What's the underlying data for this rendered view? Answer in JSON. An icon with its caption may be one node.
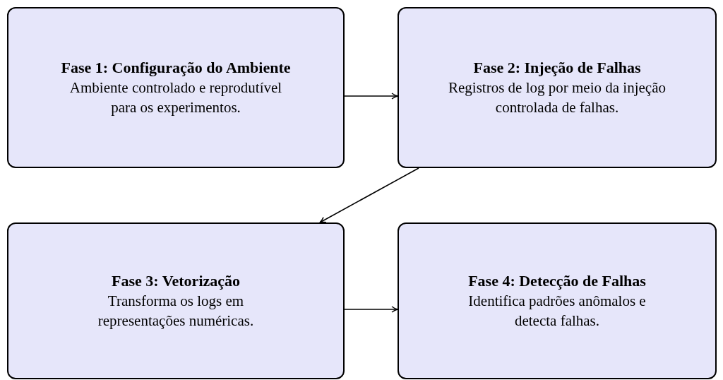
{
  "diagram": {
    "nodes": [
      {
        "text": [
          "Fase 1: Configuração do Ambiente",
          "Ambiente controlado e reprodutível para os experimentos."
        ]
      },
      {
        "text": [
          "Fase 2: Injeção de Falhas",
          "Registros de log por meio da injeção controlada de falhas."
        ]
      },
      {
        "text": [
          "Fase 3: Vetorização",
          "Transforma os logs em representações numéricas."
        ]
      },
      {
        "text": [
          "Fase 4: Detecção de Falhas",
          "Identifica padrões anômalos e detecta falhas."
        ]
      }
    ],
    "edges": [
      {
        "from": 0,
        "to": 1,
        "arrow": "to"
      },
      {
        "from": 1,
        "to": 2,
        "arrow": "to"
      },
      {
        "from": 2,
        "to": 3,
        "arrow": "to"
      }
    ]
  }
}
